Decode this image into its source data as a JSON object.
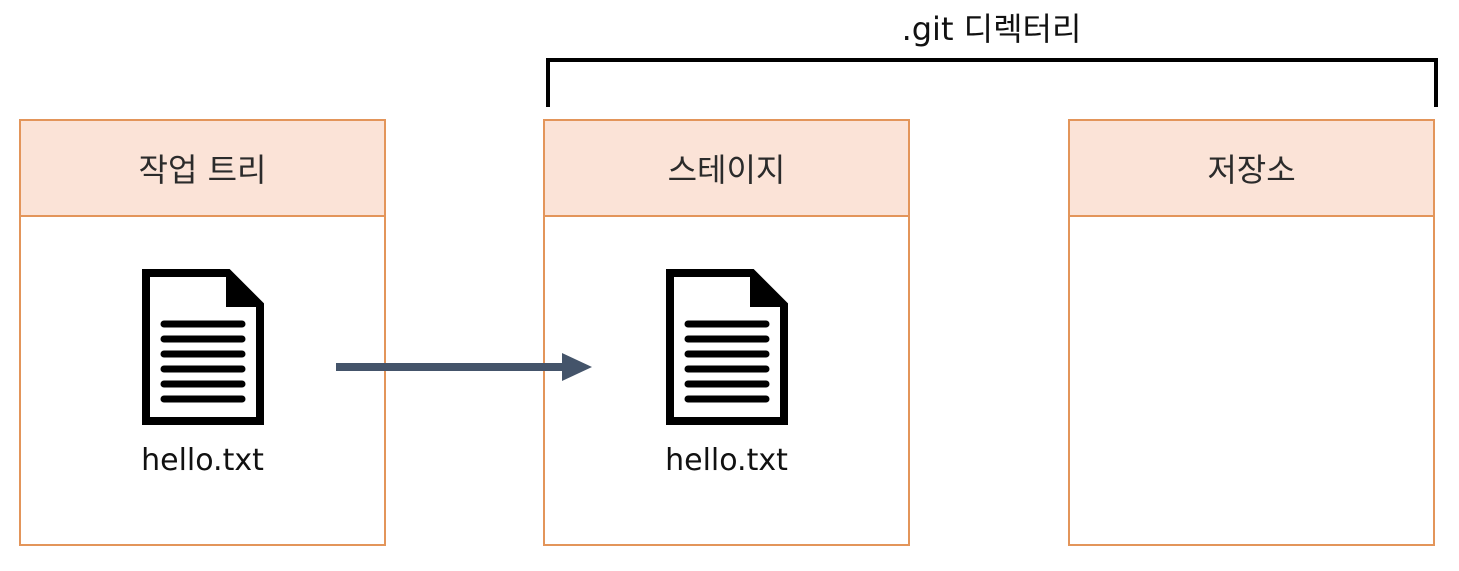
{
  "git_directory": {
    "label": ".git 디렉터리"
  },
  "panels": [
    {
      "title": "작업 트리",
      "file": "hello.txt"
    },
    {
      "title": "스테이지",
      "file": "hello.txt"
    },
    {
      "title": "저장소"
    }
  ],
  "colors": {
    "panel_border": "#e3955a",
    "header_fill": "#fbe3d7",
    "arrow": "#44546a",
    "icon": "#000000"
  },
  "icons": {
    "file": "document-icon",
    "flow": "arrow-right-icon"
  }
}
